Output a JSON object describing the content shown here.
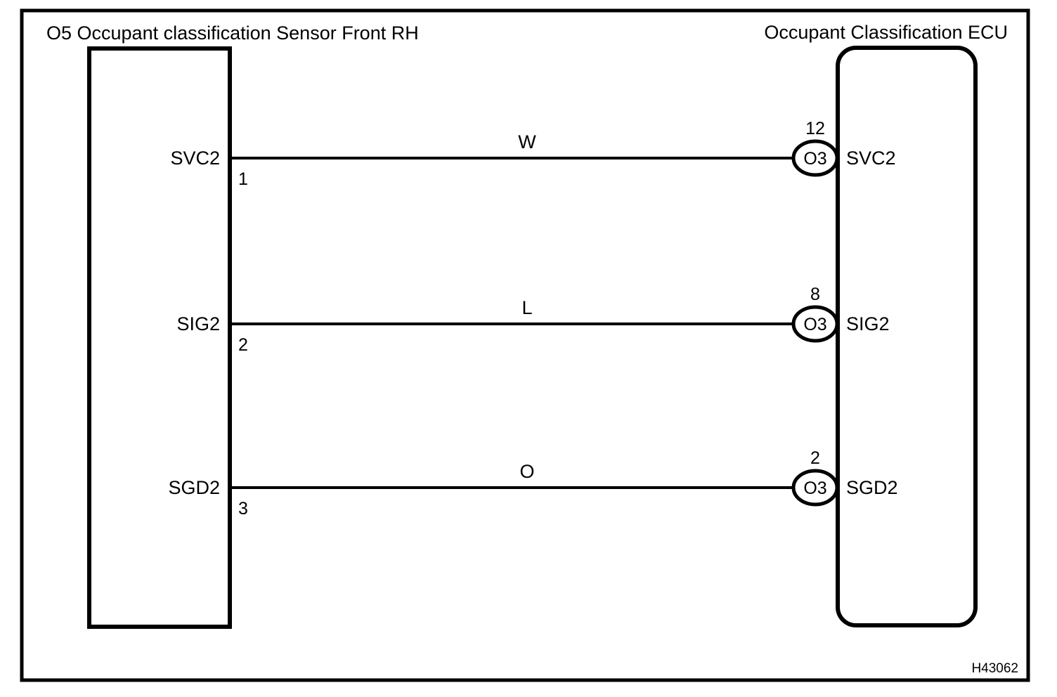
{
  "diagram": {
    "reference_code": "H43062",
    "left_component": {
      "title": "O5 Occupant classification Sensor Front RH"
    },
    "right_component": {
      "title": "Occupant Classification ECU"
    },
    "connections": [
      {
        "left_label": "SVC2",
        "left_pin": "1",
        "wire_color_code": "W",
        "connector_code": "O3",
        "right_pin": "12",
        "right_label": "SVC2"
      },
      {
        "left_label": "SIG2",
        "left_pin": "2",
        "wire_color_code": "L",
        "connector_code": "O3",
        "right_pin": "8",
        "right_label": "SIG2"
      },
      {
        "left_label": "SGD2",
        "left_pin": "3",
        "wire_color_code": "O",
        "connector_code": "O3",
        "right_pin": "2",
        "right_label": "SGD2"
      }
    ],
    "colors": {
      "ink": "#000000",
      "paper": "#ffffff"
    }
  }
}
